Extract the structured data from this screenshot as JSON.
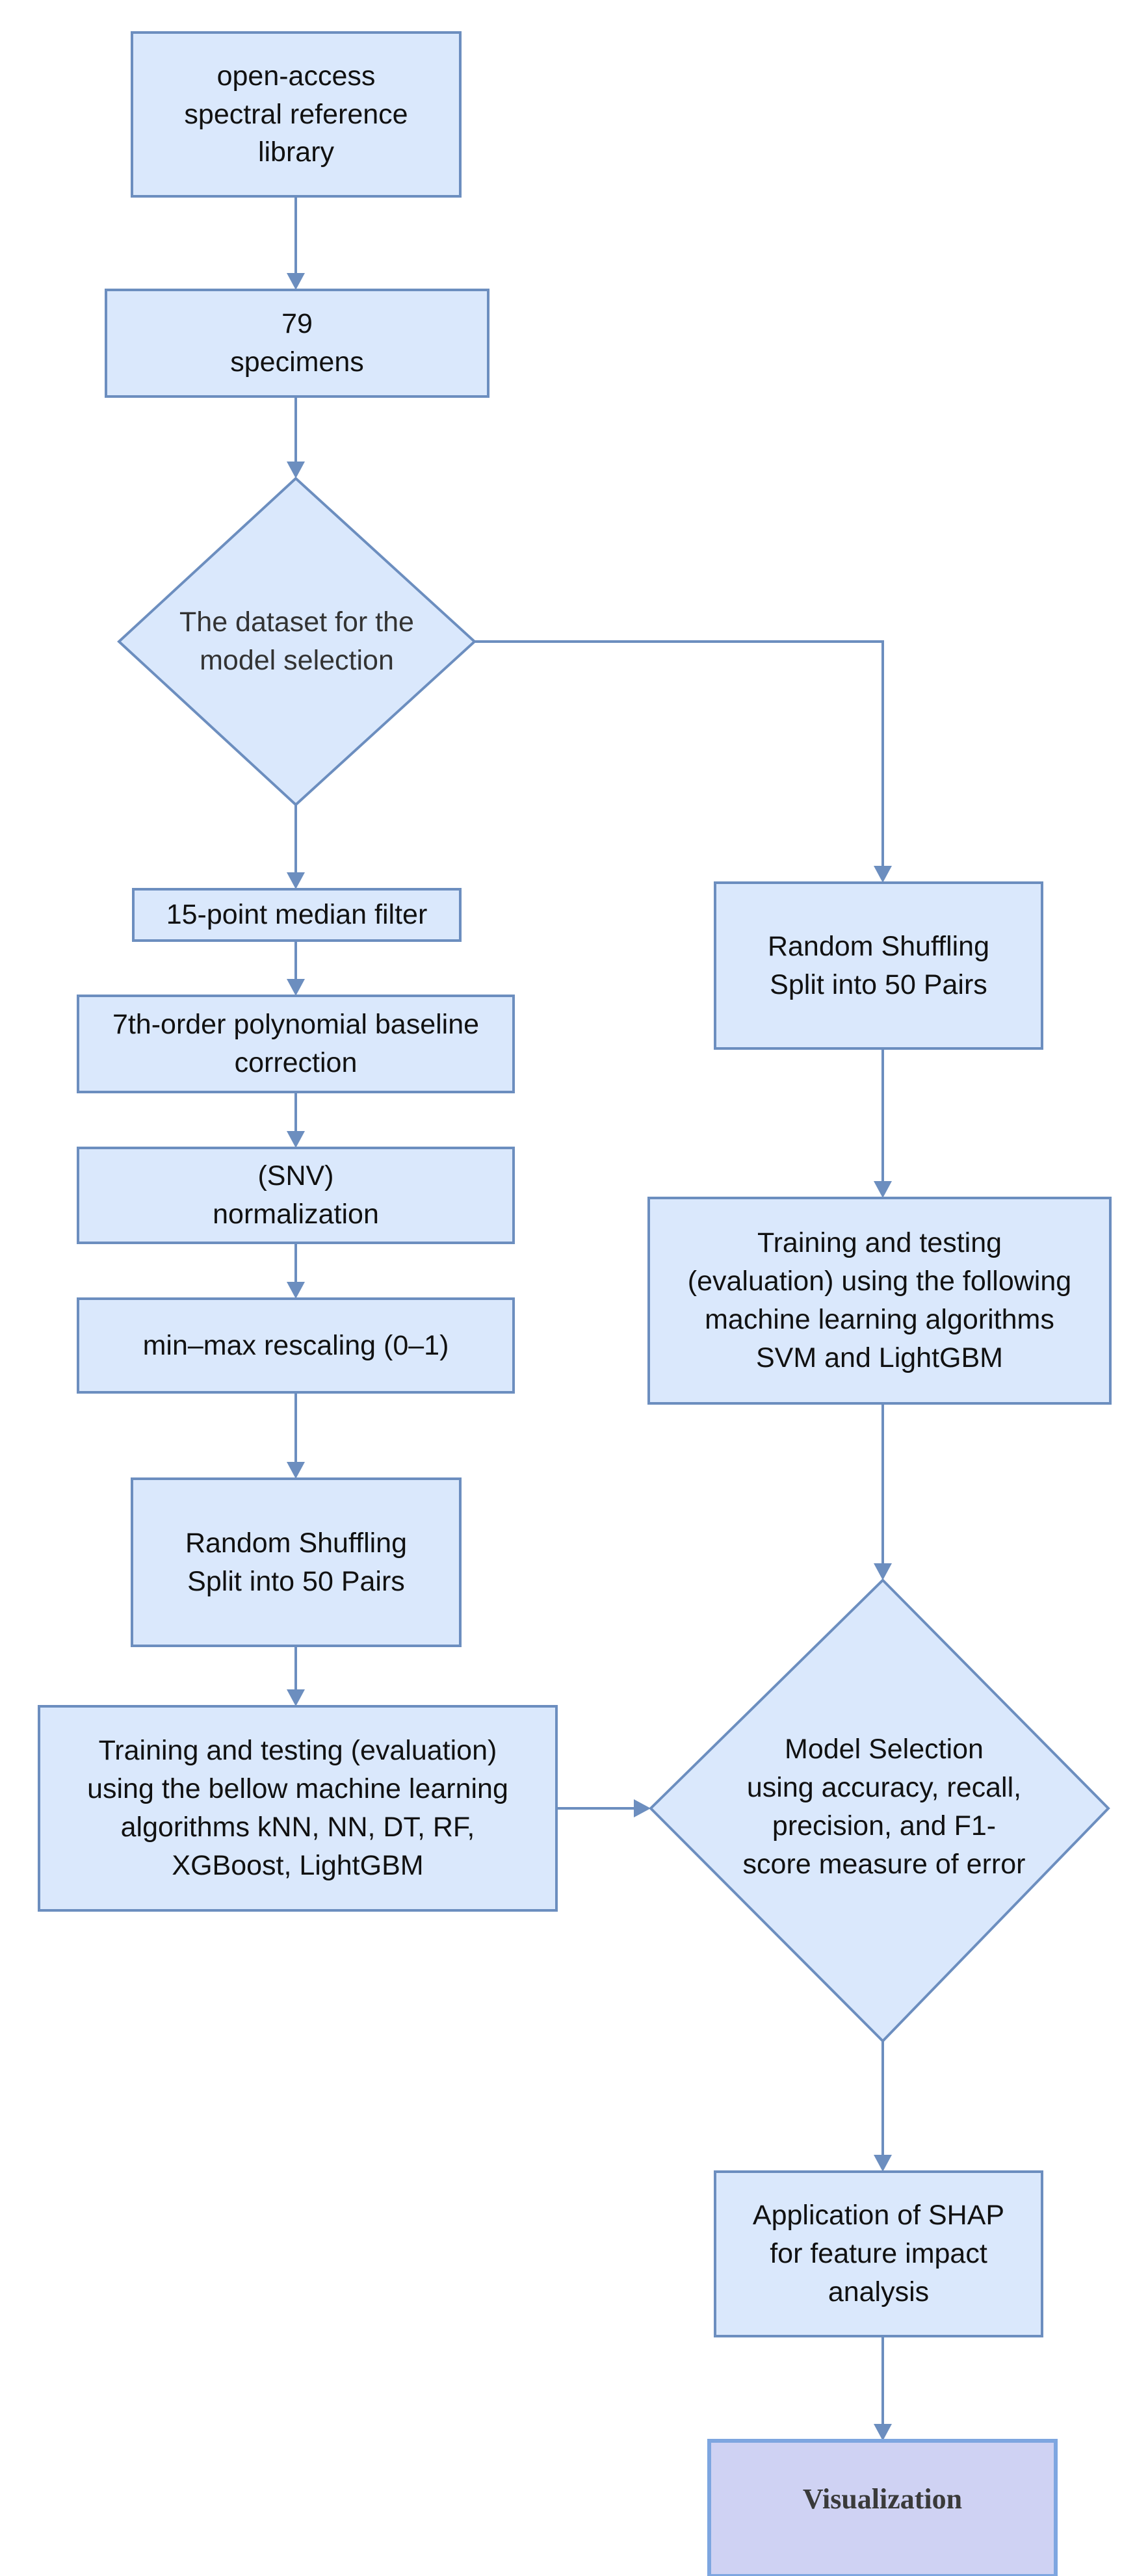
{
  "nodes": {
    "library": {
      "lines": [
        "open-access",
        "spectral reference",
        "library"
      ]
    },
    "specimens": {
      "lines": [
        "79",
        "specimens"
      ]
    },
    "dataset_decision": {
      "lines": [
        "The dataset for the",
        "model selection"
      ]
    },
    "median_filter": {
      "lines": [
        "15-point median filter"
      ]
    },
    "baseline_correction": {
      "lines": [
        "7th-order polynomial baseline",
        "correction"
      ]
    },
    "snv": {
      "lines": [
        "(SNV)",
        "normalization"
      ]
    },
    "minmax": {
      "lines": [
        "min–max rescaling (0–1)"
      ]
    },
    "shuffle_left": {
      "lines": [
        "Random Shuffling",
        "Split into 50 Pairs"
      ]
    },
    "train_left": {
      "lines": [
        "Training and testing (evaluation)",
        "using the bellow machine learning",
        "algorithms kNN, NN, DT, RF,",
        "XGBoost, LightGBM"
      ]
    },
    "shuffle_right": {
      "lines": [
        "Random Shuffling",
        "Split into 50 Pairs"
      ]
    },
    "train_right": {
      "lines": [
        "Training and testing",
        "(evaluation) using the following",
        "machine learning algorithms",
        "SVM and LightGBM"
      ]
    },
    "model_selection": {
      "lines": [
        "Model Selection",
        "using accuracy, recall,",
        "precision, and F1-",
        "score measure of error"
      ]
    },
    "shap": {
      "lines": [
        "Application of SHAP",
        "for feature impact",
        "analysis"
      ]
    },
    "visualization": {
      "lines": [
        "Visualization"
      ]
    }
  },
  "colors": {
    "node_fill": "#dae8fc",
    "node_stroke": "#6c8ebf",
    "visualization_fill": "#cfd2f3",
    "visualization_stroke": "#7ea6e0"
  }
}
